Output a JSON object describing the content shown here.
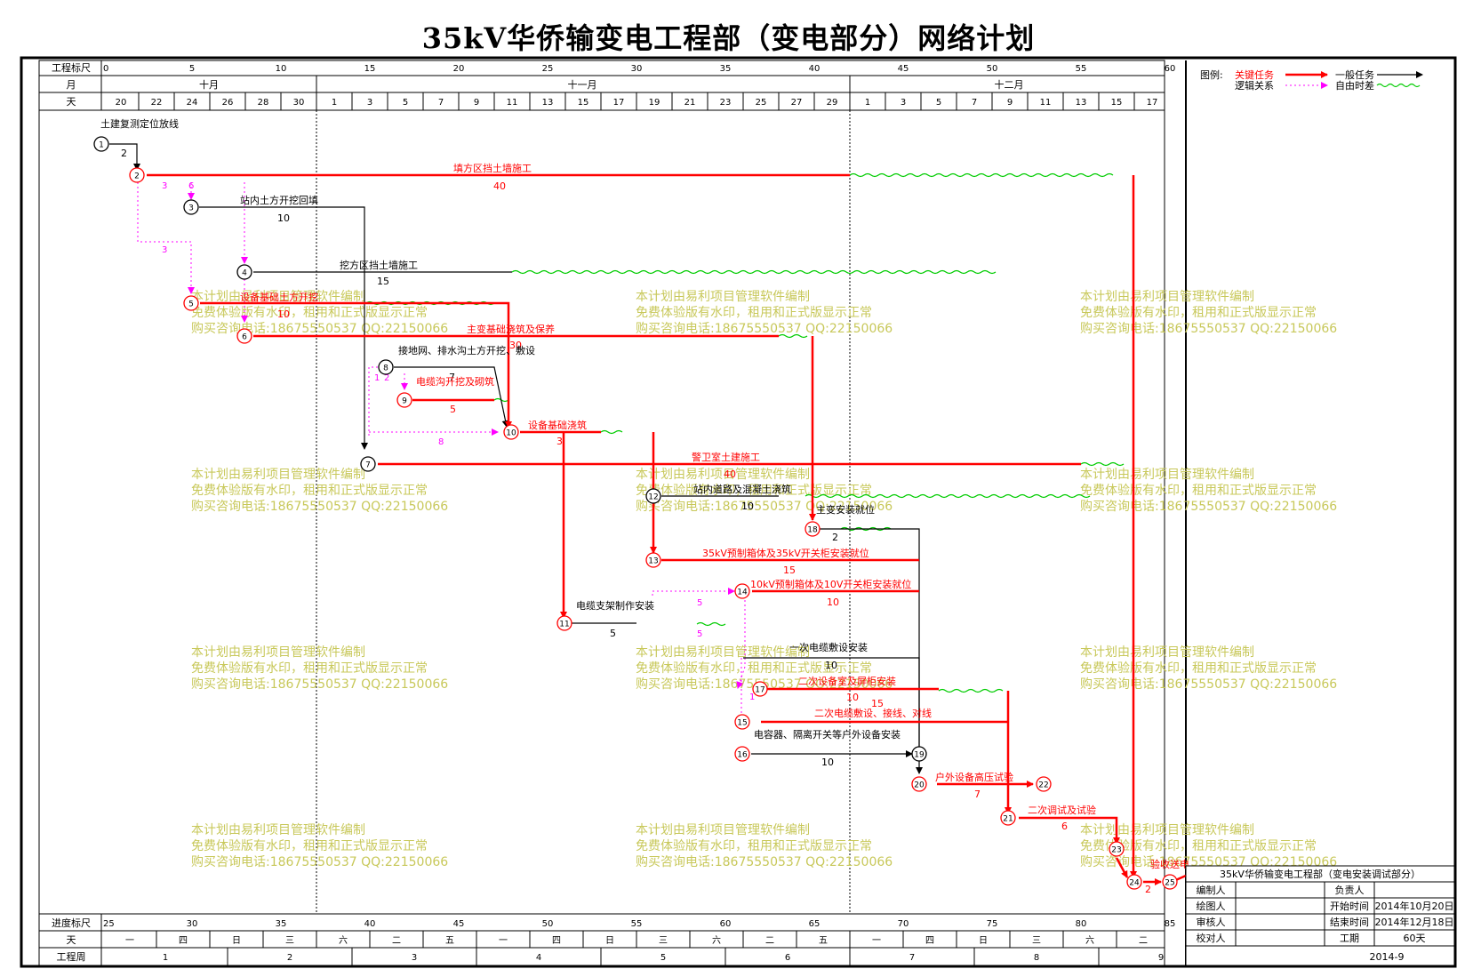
{
  "title": "35kV华侨输变电工程部（变电部分）网络计划",
  "colors": {
    "critical": "#ff0000",
    "logic": "#ff00ff",
    "normal": "#000000",
    "float": "#00dd00",
    "watermark": "#c8c85a"
  },
  "header": {
    "row_labels": [
      "工程标尺",
      "月",
      "天"
    ],
    "scale_ticks": [
      "0",
      "5",
      "10",
      "15",
      "20",
      "25",
      "30",
      "35",
      "40",
      "45",
      "50",
      "55",
      "60"
    ],
    "months": [
      "十月",
      "十一月",
      "十二月"
    ],
    "days": [
      "20",
      "22",
      "24",
      "26",
      "28",
      "30",
      "1",
      "3",
      "5",
      "7",
      "9",
      "11",
      "13",
      "15",
      "17",
      "19",
      "21",
      "23",
      "25",
      "27",
      "29",
      "1",
      "3",
      "5",
      "7",
      "9",
      "11",
      "13",
      "15",
      "17"
    ]
  },
  "footer": {
    "row_labels": [
      "进度标尺",
      "天",
      "工程周"
    ],
    "scale_ticks": [
      "25",
      "30",
      "35",
      "40",
      "45",
      "50",
      "55",
      "60",
      "65",
      "70",
      "75",
      "80",
      "85"
    ],
    "weekdays": [
      "一",
      "四",
      "日",
      "三",
      "六",
      "二",
      "五",
      "一",
      "四",
      "日",
      "三",
      "六",
      "二",
      "五",
      "一",
      "四",
      "日",
      "三",
      "六",
      "二"
    ],
    "weeks": [
      "1",
      "2",
      "3",
      "4",
      "5",
      "6",
      "7",
      "8",
      "9"
    ]
  },
  "legend": {
    "title": "图例:",
    "critical": "关键任务",
    "normal": "一般任务",
    "logic": "逻辑关系",
    "float": "自由时差"
  },
  "nodes": [
    "1",
    "2",
    "3",
    "4",
    "5",
    "6",
    "7",
    "8",
    "9",
    "10",
    "11",
    "12",
    "13",
    "14",
    "15",
    "16",
    "17",
    "18",
    "19",
    "20",
    "21",
    "22",
    "23",
    "24",
    "25"
  ],
  "tasks": [
    {
      "name": "土建复测定位放线",
      "duration": "2"
    },
    {
      "name": "填方区挡土墙施工",
      "duration": "40"
    },
    {
      "name": "站内土方开挖回填",
      "duration": "10"
    },
    {
      "name": "挖方区挡土墙施工",
      "duration": "15"
    },
    {
      "name": "设备基础土方开挖",
      "duration": "10"
    },
    {
      "name": "主变基础浇筑及保养",
      "duration": "30"
    },
    {
      "name": "接地网、排水沟土方开挖、敷设",
      "duration": "7"
    },
    {
      "name": "电缆沟开挖及砌筑",
      "duration": "5"
    },
    {
      "name": "设备基础浇筑",
      "duration": "3"
    },
    {
      "name": "警卫室土建施工",
      "duration": "40"
    },
    {
      "name": "站内道路及混凝土浇筑",
      "duration": "10"
    },
    {
      "name": "主变安装就位",
      "duration": "2"
    },
    {
      "name": "35kV预制箱体及35kV开关柜安装就位",
      "duration": "15"
    },
    {
      "name": "10kV预制箱体及10V开关柜安装就位",
      "duration": "10"
    },
    {
      "name": "电缆支架制作安装",
      "duration": "5"
    },
    {
      "name": "一次电缆敷设安装",
      "duration": "10"
    },
    {
      "name": "二次设备室及屏柜安装",
      "duration": "10"
    },
    {
      "name": "二次电缆敷设、接线、对线",
      "duration": "15"
    },
    {
      "name": "电容器、隔离开关等户外设备安装",
      "duration": "10"
    },
    {
      "name": "户外设备高压试验",
      "duration": "7"
    },
    {
      "name": "二次调试及试验",
      "duration": "6"
    },
    {
      "name": "验收送电",
      "duration": "2"
    }
  ],
  "logic_labels": [
    "3",
    "6",
    "3",
    "1",
    "2",
    "8",
    "5",
    "5",
    "1"
  ],
  "watermark": [
    "本计划由易利项目管理软件编制",
    "免费体验版有水印，租用和正式版显示正常",
    "购买咨询电话:18675550537 QQ:22150066"
  ],
  "title_block": {
    "project": "35kV华侨输变电工程部（变电安装调试部分）",
    "labels": [
      "编制人",
      "绘图人",
      "审核人",
      "校对人",
      "负责人",
      "开始时间",
      "结束时间",
      "工期"
    ],
    "start": "2014年10月20日",
    "end": "2014年12月18日",
    "duration": "60天",
    "date": "2014-9"
  }
}
